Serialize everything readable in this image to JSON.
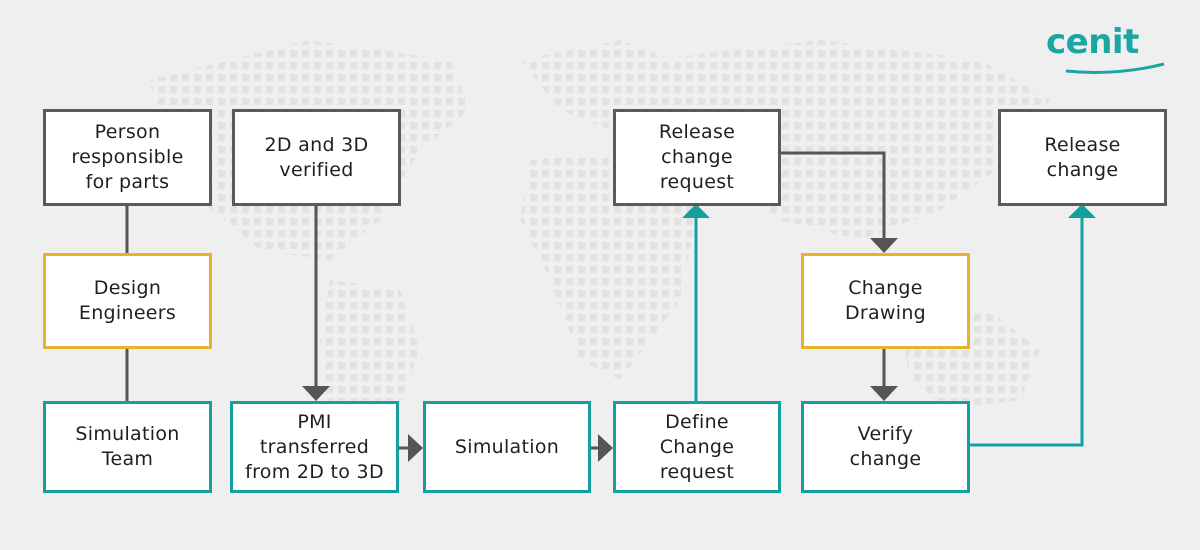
{
  "logo": {
    "text": "cenit"
  },
  "colors": {
    "background": "#efefef",
    "gray_border": "#5a5a5a",
    "yellow_border": "#e8b32a",
    "teal": "#15a0a0",
    "arrow_gray": "#555555"
  },
  "boxes": [
    {
      "id": "person-responsible-box",
      "label": "Person\nresponsible\nfor parts",
      "style": "gray"
    },
    {
      "id": "design-engineers-box",
      "label": "Design\nEngineers",
      "style": "yellow"
    },
    {
      "id": "simulation-team-box",
      "label": "Simulation\nTeam",
      "style": "teal"
    },
    {
      "id": "2d-3d-verified-box",
      "label": "2D and 3D\nverified",
      "style": "gray"
    },
    {
      "id": "pmi-transferred-box",
      "label": "PMI\ntransferred\nfrom 2D to 3D",
      "style": "teal"
    },
    {
      "id": "simulation-box",
      "label": "Simulation",
      "style": "teal"
    },
    {
      "id": "define-change-request-box",
      "label": "Define\nChange\nrequest",
      "style": "teal"
    },
    {
      "id": "release-change-request-box",
      "label": "Release\nchange\nrequest",
      "style": "gray"
    },
    {
      "id": "change-drawing-box",
      "label": "Change\nDrawing",
      "style": "yellow"
    },
    {
      "id": "verify-change-box",
      "label": "Verify\nchange",
      "style": "teal"
    },
    {
      "id": "release-change-box",
      "label": "Release\nchange",
      "style": "gray"
    }
  ]
}
